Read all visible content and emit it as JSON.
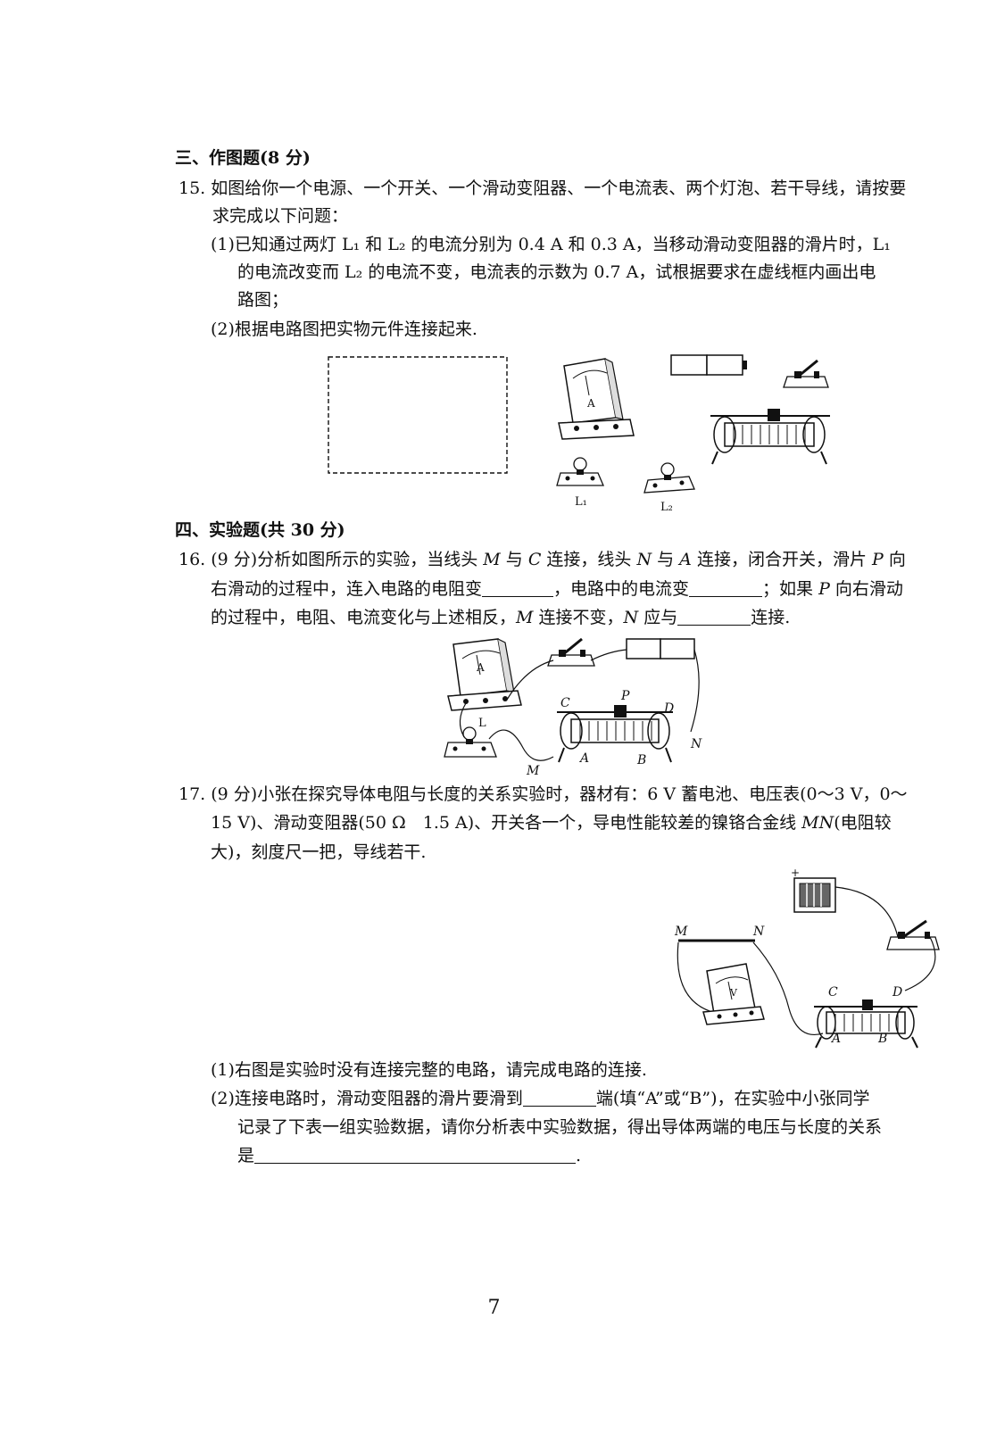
{
  "sec3": {
    "title": "三、作图题(8 分)"
  },
  "q15": {
    "line1": "15. 如图给你一个电源、一个开关、一个滑动变阻器、一个电流表、两个灯泡、若干导线，请按要",
    "line2": "求完成以下问题：",
    "p1_line1": "(1)已知通过两灯 L₁ 和 L₂ 的电流分别为 0.4 A 和 0.3 A，当移动滑动变阻器的滑片时，L₁",
    "p1_line2": "的电流改变而 L₂ 的电流不变，电流表的示数为 0.7 A，试根据要求在虚线框内画出电",
    "p1_line3": "路图；",
    "p2": "(2)根据电路图把实物元件连接起来.",
    "labels": {
      "ammeter": "A",
      "lamp1": "L₁",
      "lamp2": "L₂"
    }
  },
  "sec4": {
    "title": "四、实验题(共 30 分)"
  },
  "q16": {
    "l1_a": "16. (9 分)分析如图所示的实验，当线头 ",
    "l1_M": "M",
    "l1_b": " 与 ",
    "l1_C": "C",
    "l1_c": " 连接，线头 ",
    "l1_N": "N",
    "l1_d": " 与 ",
    "l1_A": "A",
    "l1_e": " 连接，闭合开关，滑片 ",
    "l1_P": "P",
    "l1_f": " 向",
    "l2_a": "右滑动的过程中，连入电路的电阻变",
    "l2_b": "，电路中的电流变",
    "l2_c": "；如果 ",
    "l2_P": "P",
    "l2_d": " 向右滑动",
    "l3_a": "的过程中，电阻、电流变化与上述相反，",
    "l3_M": "M",
    "l3_b": " 连接不变，",
    "l3_N": "N",
    "l3_c": " 应与",
    "l3_d": "连接.",
    "labels": {
      "ammeter": "A",
      "lamp": "L",
      "C": "C",
      "P": "P",
      "D": "D",
      "N": "N",
      "M": "M",
      "A": "A",
      "B": "B"
    }
  },
  "q17": {
    "l1": "17. (9 分)小张在探究导体电阻与长度的关系实验时，器材有：6 V 蓄电池、电压表(0～3 V，0～",
    "l2_a": "15 V)、滑动变阻器(50 Ω　1.5 A)、开关各一个，导电性能较差的镍铬合金线 ",
    "l2_MN": "MN",
    "l2_b": "(电阻较",
    "l3": "大)，刻度尺一把，导线若干.",
    "p1": "(1)右图是实验时没有连接完整的电路，请完成电路的连接.",
    "p2_a": "(2)连接电路时，滑动变阻器的滑片要滑到",
    "p2_b": "端(填“A”或“B”)，在实验中小张同学",
    "p2_l2": "记录了下表一组实验数据，请你分析表中实验数据，得出导体两端的电压与长度的关系",
    "p2_l3_a": "是",
    "p2_l3_b": ".",
    "labels": {
      "plus": "+",
      "M": "M",
      "N": "N",
      "voltmeter": "V",
      "C": "C",
      "D": "D",
      "A": "A",
      "B": "B"
    }
  },
  "page_number": "7"
}
